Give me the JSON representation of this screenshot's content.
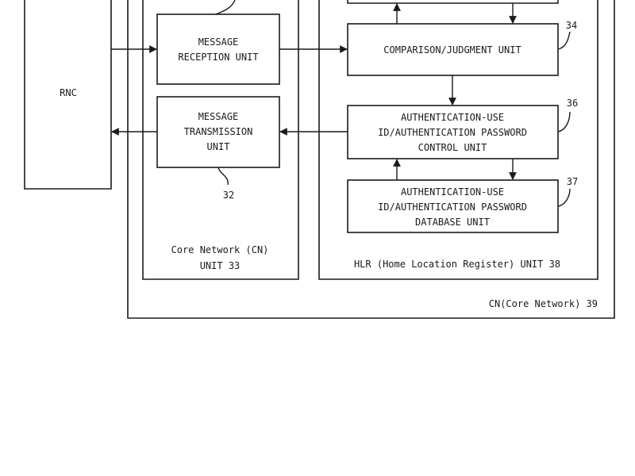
{
  "blocks": {
    "rnc": "RNC",
    "message_reception": [
      "MESSAGE",
      "RECEPTION UNIT"
    ],
    "message_transmission": [
      "MESSAGE",
      "TRANSMISSION",
      "UNIT"
    ],
    "comparison_judgment": "COMPARISON/JUDGMENT UNIT",
    "auth_control": [
      "AUTHENTICATION-USE",
      "ID/AUTHENTICATION PASSWORD",
      "CONTROL UNIT"
    ],
    "auth_database": [
      "AUTHENTICATION-USE",
      "ID/AUTHENTICATION PASSWORD",
      "DATABASE UNIT"
    ]
  },
  "containers": {
    "cn_unit": [
      "Core Network (CN)",
      "UNIT 33"
    ],
    "hlr_unit": "HLR (Home Location Register) UNIT 38",
    "cn_outer": "CN(Core Network) 39"
  },
  "refs": {
    "transmission": "32",
    "comparison": "34",
    "auth_control": "36",
    "auth_database": "37"
  }
}
